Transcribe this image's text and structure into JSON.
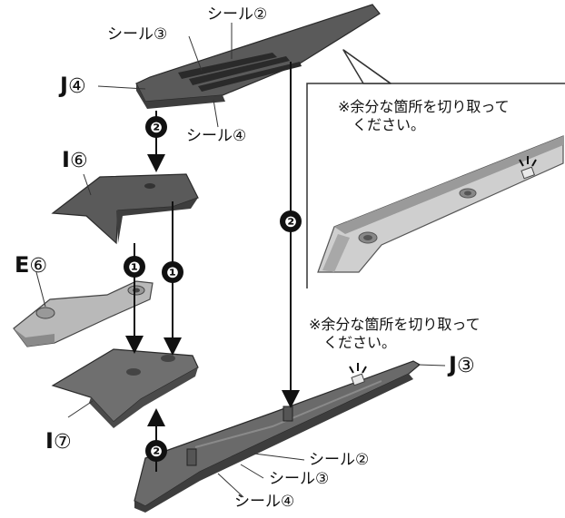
{
  "parts": {
    "j4": {
      "letter": "J",
      "num": "④"
    },
    "i6": {
      "letter": "I",
      "num": "⑥"
    },
    "e6": {
      "letter": "E",
      "num": "⑥"
    },
    "i7": {
      "letter": "I",
      "num": "⑦"
    },
    "j3": {
      "letter": "J",
      "num": "③"
    }
  },
  "stickers": {
    "top_2": "シール②",
    "top_3": "シール③",
    "top_4": "シール④",
    "bottom_2": "シール②",
    "bottom_3": "シール③",
    "bottom_4": "シール④"
  },
  "notes": {
    "inset_line1": "※余分な箇所を切り取って",
    "inset_line2": "ください。",
    "main_line1": "※余分な箇所を切り取って",
    "main_line2": "ください。"
  },
  "steps": {
    "step_a": "❷",
    "step_b": "❷",
    "step_c": "❶",
    "step_d": "❶",
    "step_e": "❷"
  },
  "colors": {
    "dark_part": "#5a5a5a",
    "mid_part": "#8a8a8a",
    "light_part": "#b9b9b9",
    "stripe": "#2a2a2a",
    "inset_bg": "#cfcfcf"
  }
}
